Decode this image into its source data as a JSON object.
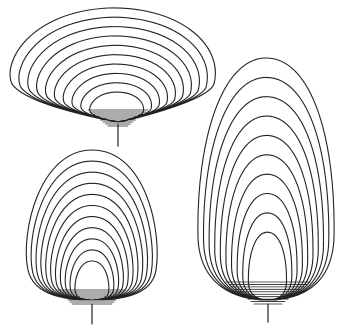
{
  "figure": {
    "background_color": "#ffffff",
    "line_color": "#222222",
    "panels": [
      {
        "name": "wide-oval",
        "growth_line_count": 10
      },
      {
        "name": "rounded-triangle",
        "growth_line_count": 11
      },
      {
        "name": "tall-oval",
        "growth_line_count": 10
      }
    ]
  }
}
